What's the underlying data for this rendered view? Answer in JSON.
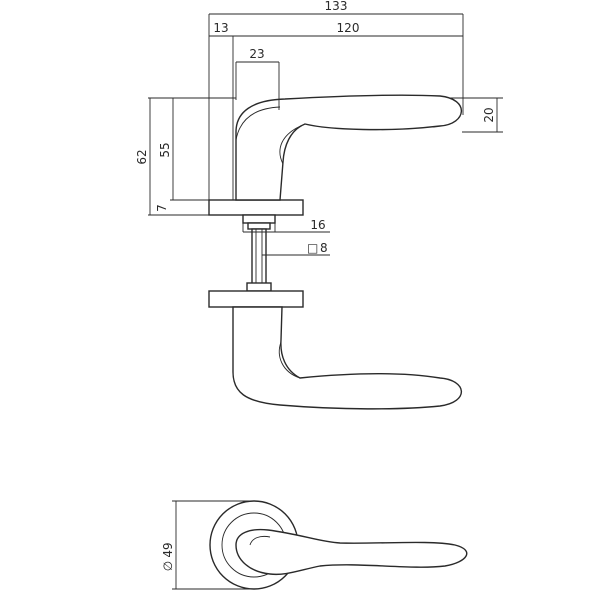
{
  "dimensions": {
    "overall_length": "133",
    "rose_offset": "13",
    "lever_length": "120",
    "neck_width": "23",
    "lever_thickness": "20",
    "total_height": "62",
    "lever_height": "55",
    "rose_thickness": "7",
    "spindle_length": "16",
    "spindle_square": "8",
    "rose_diameter": "49"
  },
  "symbols": {
    "square": "□",
    "diameter": "∅"
  }
}
